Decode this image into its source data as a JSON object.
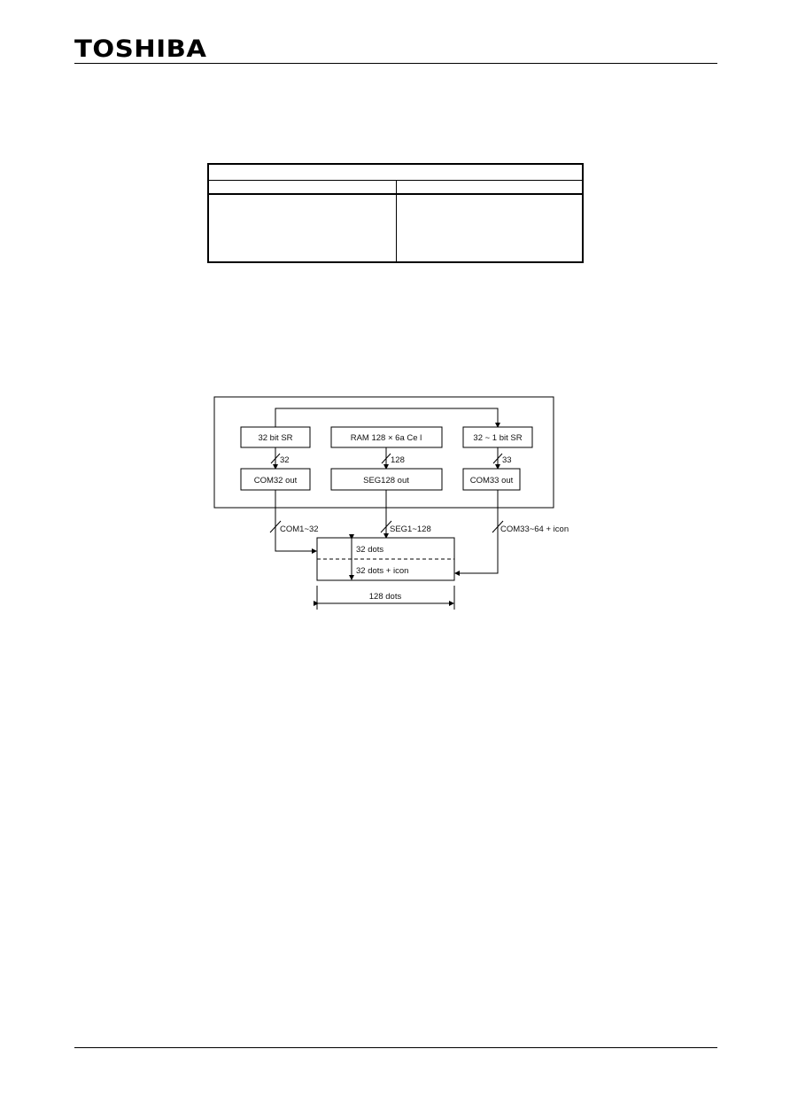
{
  "header": {
    "logo_text": "TOSHIBA"
  },
  "diagram": {
    "blocks": {
      "sr_left": "32 bit SR",
      "ram": "RAM  128 × 6a Ce l",
      "sr_right": "32 ~ 1 bit SR",
      "com_left_out": "COM32 out",
      "seg_out": "SEG128 out",
      "com_right_out": "COM33 out"
    },
    "bus_labels": {
      "left": "32",
      "center": "128",
      "right": "33"
    },
    "output_labels": {
      "com_left": "COM1~32",
      "seg": "SEG1~128",
      "com_right": "COM33~64 + icon"
    },
    "panel": {
      "upper": "32 dots",
      "lower": "32 dots + icon",
      "width": "128 dots"
    }
  }
}
